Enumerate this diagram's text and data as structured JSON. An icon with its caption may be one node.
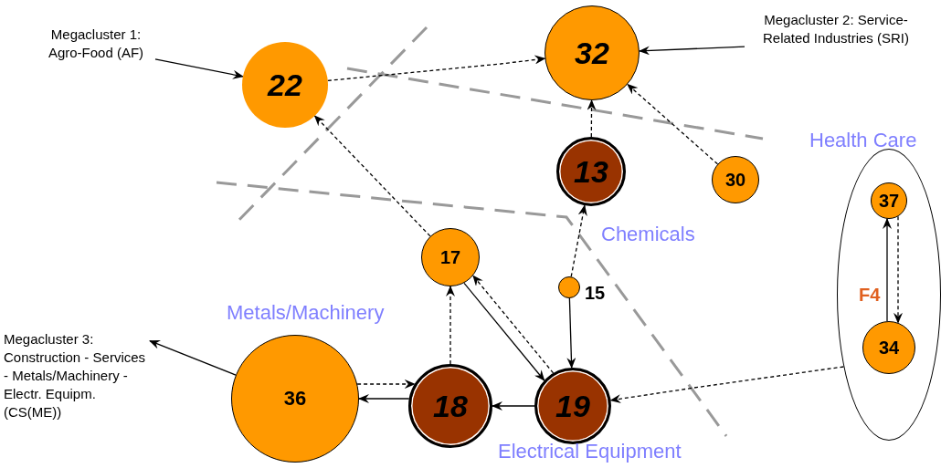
{
  "diagram": {
    "nodes": [
      {
        "text": [
          "Megacluster 1: Agro-Food (AF)"
        ]
      },
      {
        "text": [
          "22"
        ]
      },
      {
        "text": [
          "Megacluster 2: Service-Related Industries (SRI)"
        ]
      },
      {
        "text": [
          "32"
        ]
      },
      {
        "text": [
          "13"
        ]
      },
      {
        "text": [
          "30"
        ]
      },
      {
        "text": [
          "Health Care",
          "F4"
        ]
      },
      {
        "text": [
          "37"
        ],
        "in": 6
      },
      {
        "text": [
          "34"
        ],
        "in": 6
      },
      {
        "text": [
          "17"
        ]
      },
      {
        "text": [],
        "shape": "circle",
        "beside": [
          "15"
        ]
      },
      {
        "text": [
          "Megacluster 3: Construction - Services - Metals/Machinery - Electr. Equipm. (CS(ME))"
        ]
      },
      {
        "text": [
          "36"
        ]
      },
      {
        "text": [
          "18"
        ]
      },
      {
        "text": [
          "19"
        ]
      }
    ],
    "edges": [
      {
        "from": 0,
        "to": 1,
        "arrow": "to"
      },
      {
        "from": 2,
        "to": 3,
        "arrow": "to"
      },
      {
        "from": 1,
        "to": 3,
        "arrow": "to",
        "style": "dashed"
      },
      {
        "from": 4,
        "to": 3,
        "arrow": "to",
        "style": "dashed"
      },
      {
        "from": 5,
        "to": 3,
        "arrow": "to",
        "style": "dashed"
      },
      {
        "from": 9,
        "to": 1,
        "arrow": "to",
        "style": "dashed"
      },
      {
        "from": 10,
        "to": 4,
        "arrow": "to",
        "style": "dashed"
      },
      {
        "from": 10,
        "to": 14,
        "arrow": "to"
      },
      {
        "from": 9,
        "to": 14,
        "arrow": "to"
      },
      {
        "from": 14,
        "to": 9,
        "arrow": "to",
        "style": "dashed"
      },
      {
        "from": 13,
        "to": 9,
        "arrow": "to",
        "style": "dashed"
      },
      {
        "from": 12,
        "to": 13,
        "arrow": "to",
        "style": "dashed"
      },
      {
        "from": 13,
        "to": 12,
        "arrow": "to"
      },
      {
        "from": 14,
        "to": 13,
        "arrow": "to"
      },
      {
        "from": 12,
        "to": 11,
        "arrow": "to"
      },
      {
        "from": 6,
        "to": 14,
        "arrow": "to",
        "style": "dashed"
      },
      {
        "from": 8,
        "to": 7,
        "arrow": "to"
      },
      {
        "from": 7,
        "to": 8,
        "arrow": "to",
        "style": "dashed"
      }
    ],
    "labels": [
      "Chemicals",
      "Metals/Machinery",
      "Electrical Equipment"
    ]
  }
}
